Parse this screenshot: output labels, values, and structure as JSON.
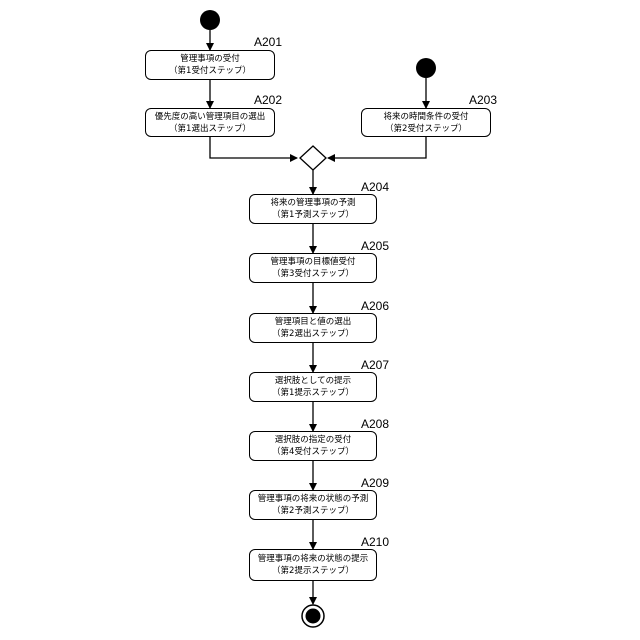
{
  "steps": [
    {
      "id": "A201",
      "title": "管理事項の受付",
      "sub": "（第1受付ステップ）"
    },
    {
      "id": "A202",
      "title": "優先度の高い管理項目の選出",
      "sub": "（第1選出ステップ）"
    },
    {
      "id": "A203",
      "title": "将来の時間条件の受付",
      "sub": "（第2受付ステップ）"
    },
    {
      "id": "A204",
      "title": "将来の管理事項の予測",
      "sub": "（第1予測ステップ）"
    },
    {
      "id": "A205",
      "title": "管理事項の目標値受付",
      "sub": "（第3受付ステップ）"
    },
    {
      "id": "A206",
      "title": "管理項目と値の選出",
      "sub": "（第2選出ステップ）"
    },
    {
      "id": "A207",
      "title": "選択肢としての提示",
      "sub": "（第1提示ステップ）"
    },
    {
      "id": "A208",
      "title": "選択肢の指定の受付",
      "sub": "（第4受付ステップ）"
    },
    {
      "id": "A209",
      "title": "管理事項の将来の状態の予測",
      "sub": "（第2予測ステップ）"
    },
    {
      "id": "A210",
      "title": "管理事項の将来の状態の提示",
      "sub": "（第2提示ステップ）"
    }
  ]
}
